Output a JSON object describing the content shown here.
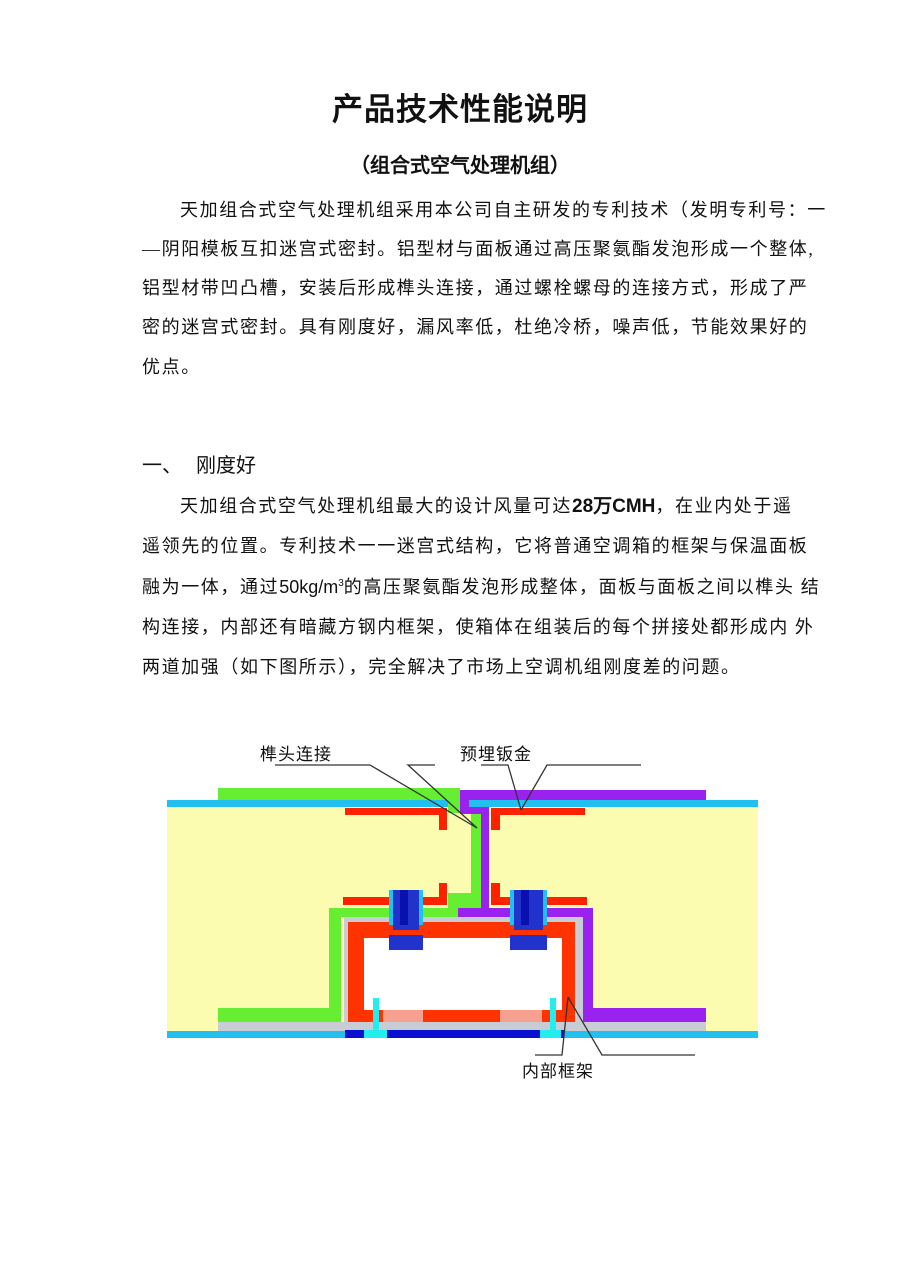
{
  "title": "产品技术性能说明",
  "subtitle": "（组合式空气处理机组）",
  "intro": {
    "lines": [
      "天加组合式空气处理机组采用本公司自主研发的专利技术（发明专利号：一",
      "—阴阳模板互扣迷宫式密封。铝型材与面板通过高压聚氨酯发泡形成一个整体,",
      "铝型材带凹凸槽，安装后形成榫头连接，通过螺栓螺母的连接方式，形成了严",
      "密的迷宫式密封。具有刚度好，漏风率低，杜绝冷桥，噪声低，节能效果好的",
      "优点。"
    ]
  },
  "section1": {
    "number": "一、",
    "heading": "刚度好",
    "line1_pre": "天加组合式空气处理机组最大的设计风量可达",
    "line1_bold": "28万CMH",
    "line1_post": "，在业内处于遥",
    "line2": "遥领先的位置。专利技术一一迷宫式结构，它将普通空调箱的框架与保温面板",
    "line3_pre": "融为一体，通过",
    "line3_unit": "50kg/m",
    "line3_sup": "3",
    "line3_post": "的高压聚氨酯发泡形成整体，面板与面板之间以榫头  结",
    "line4": "构连接，内部还有暗藏方钢内框架，使箱体在组装后的每个拼接处都形成内  外",
    "line5": "两道加强（如下图所示），完全解决了市场上空调机组刚度差的问题。"
  },
  "diagram": {
    "labels": {
      "tenon": "榫头连接",
      "embedded_sheet": "预埋钣金",
      "inner_frame": "内部框架"
    },
    "colors": {
      "insulation": "#fcfcb0",
      "skin": "#22c0f0",
      "left_profile": "#66ee33",
      "right_profile": "#9922ee",
      "sheet_metal": "#ff2200",
      "bolt": "#2233cc",
      "gasket": "#c8ccd4"
    }
  }
}
